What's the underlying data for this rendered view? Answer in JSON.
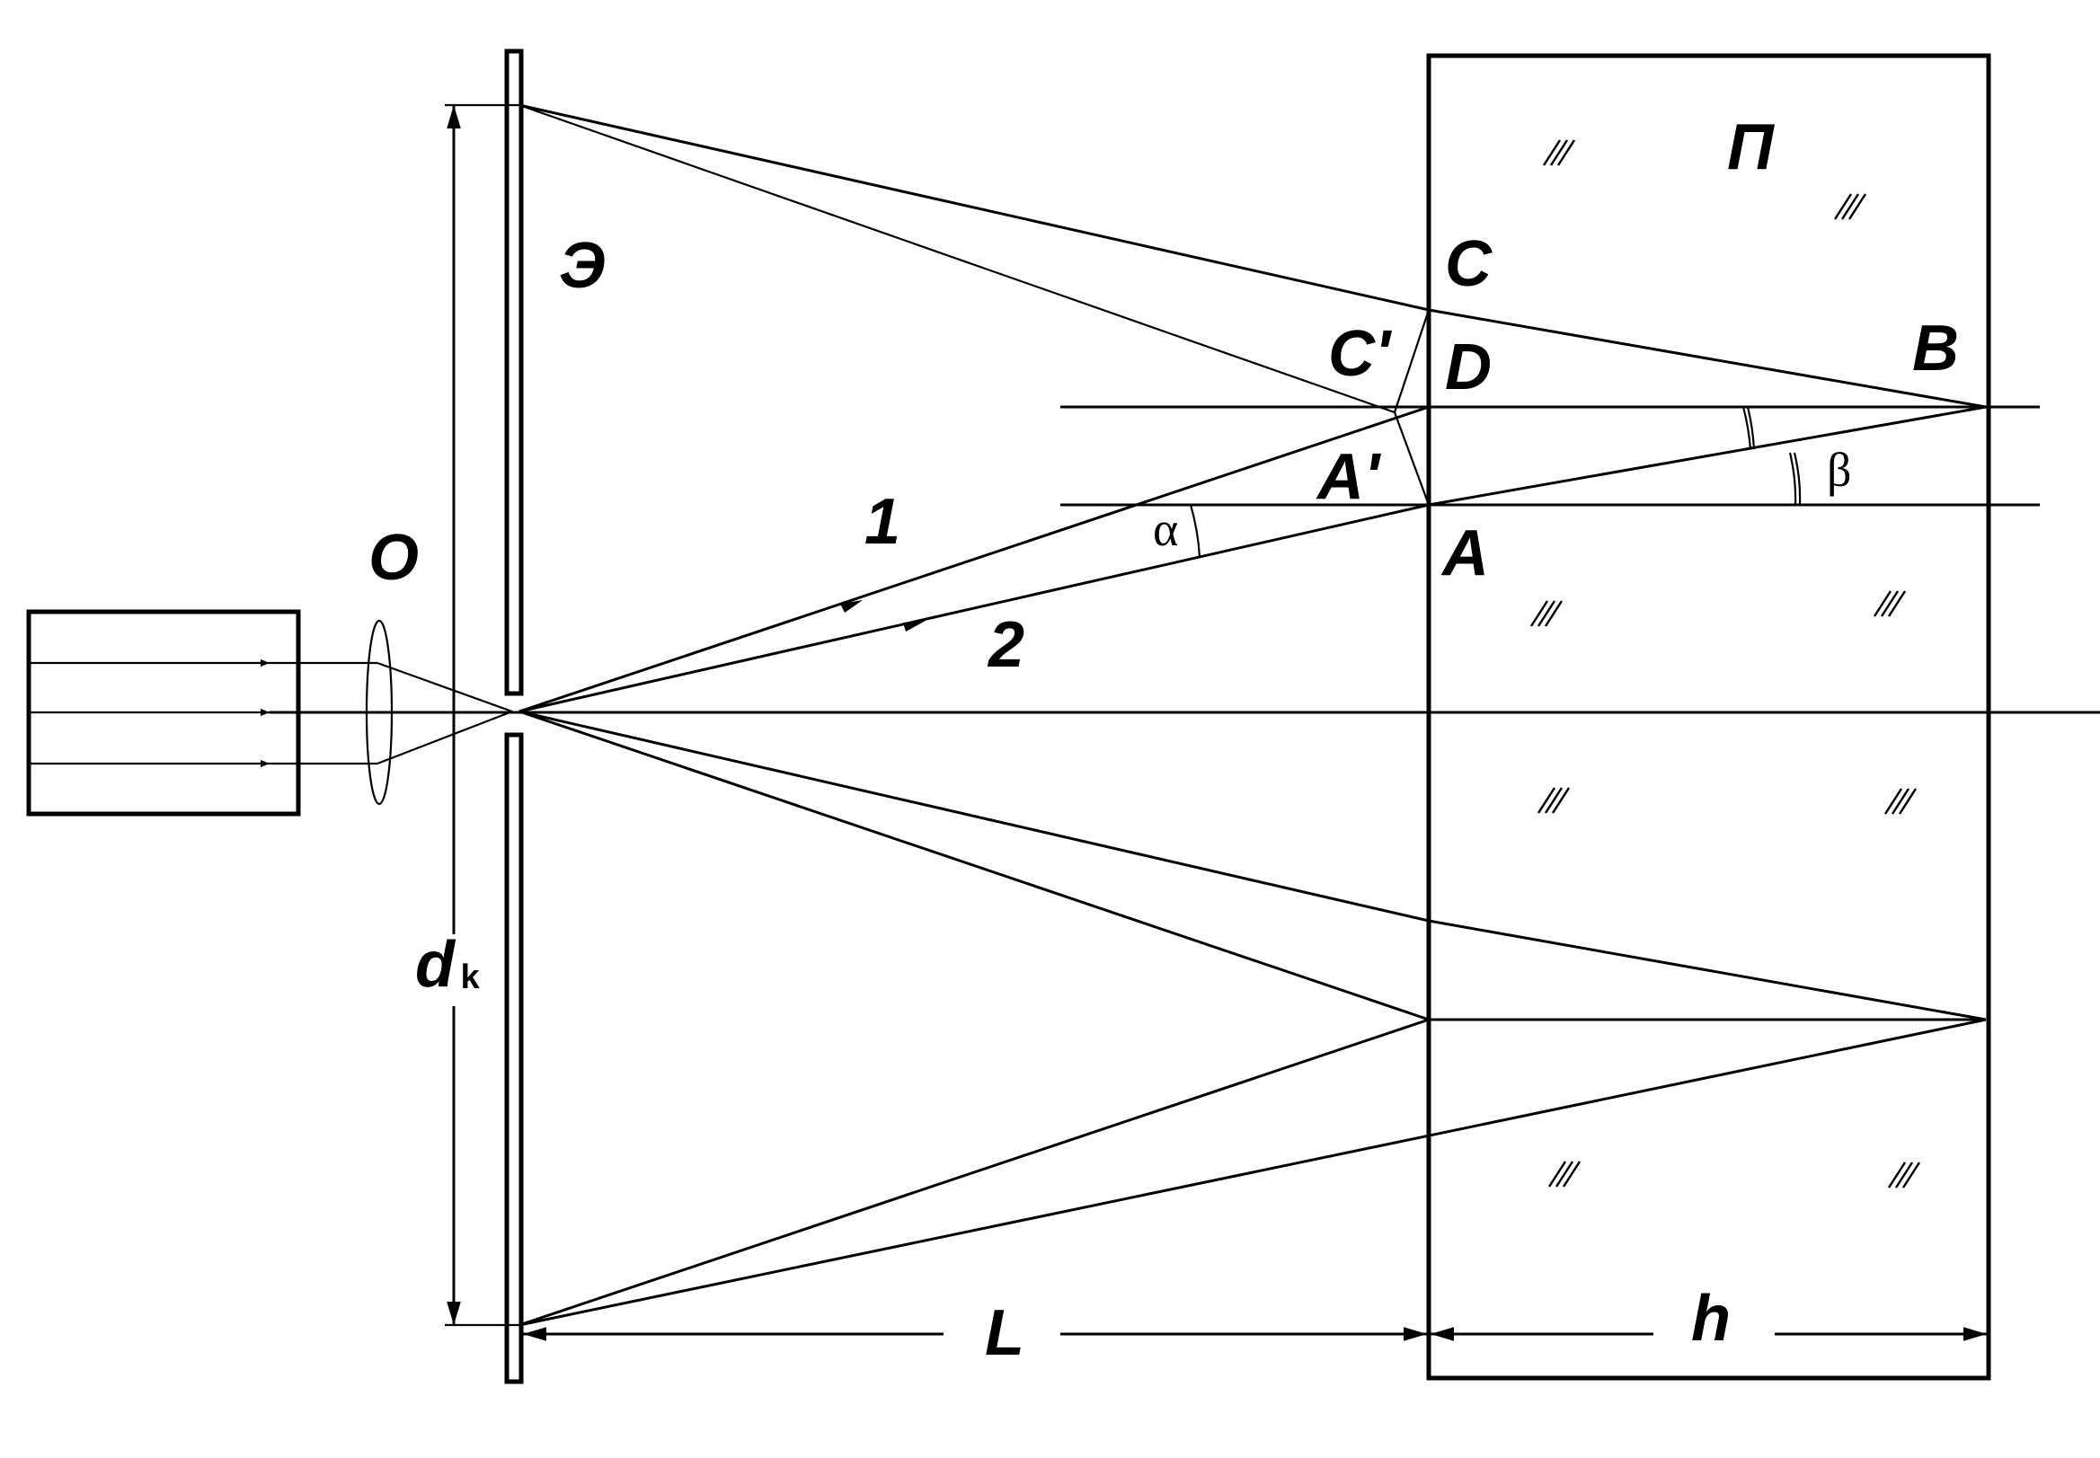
{
  "labels": {
    "screen": "Э",
    "plate": "П",
    "lens": "O",
    "point_c": "C",
    "point_c_prime": "C'",
    "point_d": "D",
    "point_b": "B",
    "point_a_prime": "A'",
    "point_a": "A",
    "ray_1": "1",
    "ray_2": "2",
    "angle_alpha": "α",
    "angle_beta": "β",
    "dim_d": "d",
    "dim_d_sub": "k",
    "dim_L": "L",
    "dim_h": "h"
  }
}
